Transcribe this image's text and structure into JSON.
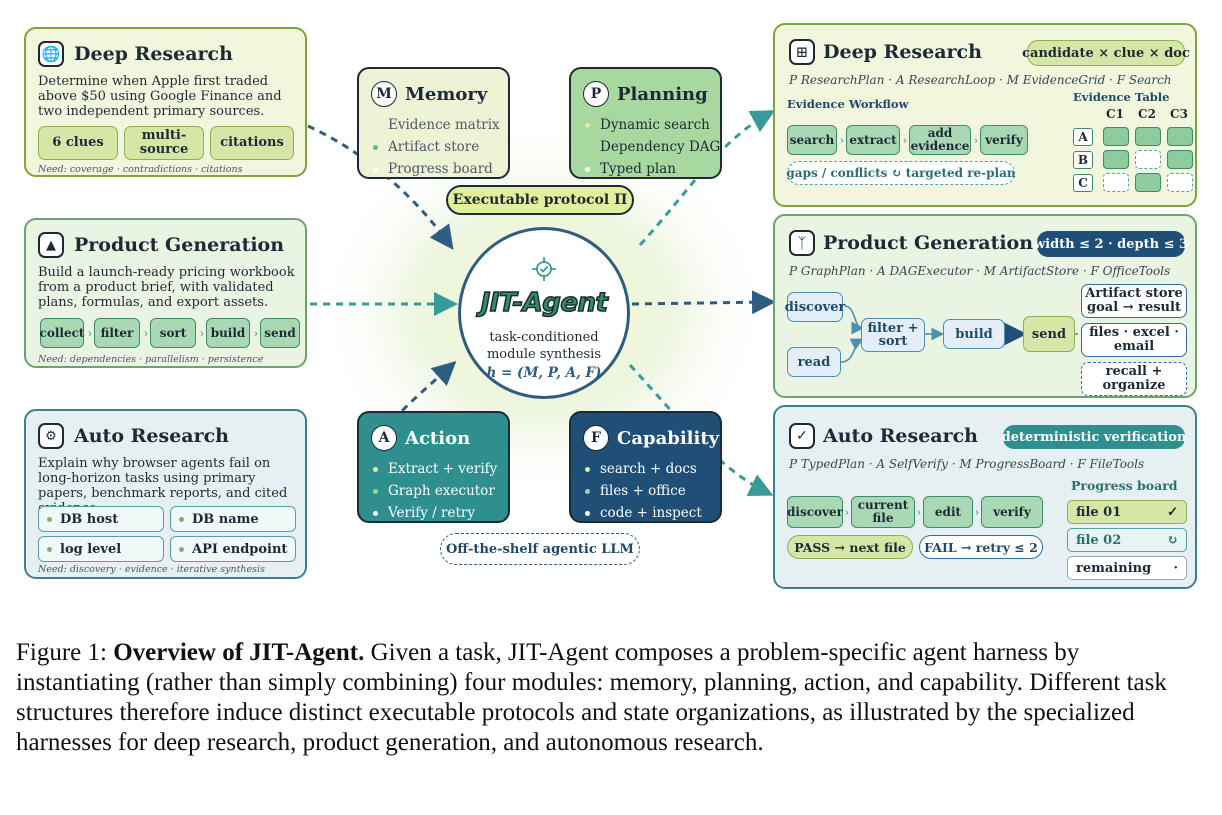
{
  "left": {
    "deep_research": {
      "title": "Deep Research",
      "desc": "Determine when Apple first traded above $50 using Google Finance and two independent primary sources.",
      "pills": [
        "6 clues",
        "multi-\nsource",
        "citations"
      ],
      "need": "Need: coverage · contradictions · citations"
    },
    "product_generation": {
      "title": "Product Generation",
      "desc": "Build a launch-ready pricing workbook from a product brief, with validated plans, formulas, and export assets.",
      "steps": [
        "collect",
        "filter",
        "sort",
        "build",
        "send"
      ],
      "need": "Need: dependencies · parallelism · persistence"
    },
    "auto_research": {
      "title": "Auto Research",
      "desc": "Explain why browser agents fail on long-horizon tasks using primary papers, benchmark reports, and cited evidence.",
      "fields": [
        "DB host",
        "DB name",
        "log level",
        "API endpoint"
      ],
      "need": "Need: discovery · evidence · iterative synthesis"
    }
  },
  "modules": {
    "memory": {
      "letter": "M",
      "title": "Memory",
      "items": [
        "Evidence matrix",
        "Artifact store",
        "Progress board"
      ]
    },
    "planning": {
      "letter": "P",
      "title": "Planning",
      "items": [
        "Dynamic search",
        "Dependency DAG",
        "Typed plan"
      ]
    },
    "action": {
      "letter": "A",
      "title": "Action",
      "items": [
        "Extract + verify",
        "Graph executor",
        "Verify / retry"
      ]
    },
    "capability": {
      "letter": "F",
      "title": "Capability",
      "items": [
        "search + docs",
        "files + office",
        "code + inspect"
      ]
    }
  },
  "center": {
    "protocol_label": "Executable protocol Π",
    "logo": "JIT-Agent",
    "line1": "task-conditioned",
    "line2": "module synthesis",
    "formula": "h = (M, P, A, F)",
    "llm_label": "Off-the-shelf agentic LLM"
  },
  "right": {
    "deep_research": {
      "title": "Deep Research",
      "badge": "candidate × clue × doc",
      "sub": "P ResearchPlan · A ResearchLoop · M EvidenceGrid · F Search",
      "workflow_label": "Evidence Workflow",
      "steps": [
        "search",
        "extract",
        "add\nevidence",
        "verify"
      ],
      "replan": "gaps / conflicts ↻ targeted re-plan",
      "table_label": "Evidence Table",
      "cols": [
        "C1",
        "C2",
        "C3"
      ],
      "rows": [
        "A",
        "B",
        "C"
      ]
    },
    "product_generation": {
      "title": "Product Generation",
      "badge": "width ≤ 2 · depth ≤ 3",
      "sub": "P GraphPlan · A DAGExecutor · M ArtifactStore · F OfficeTools",
      "nodes": {
        "discover": "discover",
        "read": "read",
        "filter_sort": "filter +\nsort",
        "build": "build",
        "send": "send"
      },
      "stores": [
        "Artifact store\ngoal → result",
        "files · excel ·\nemail",
        "recall +\norganize"
      ]
    },
    "auto_research": {
      "title": "Auto Research",
      "badge": "deterministic verification",
      "sub": "P TypedPlan · A SelfVerify · M ProgressBoard · F FileTools",
      "steps": [
        "discover",
        "current\nfile",
        "edit",
        "verify"
      ],
      "pass": "PASS → next file",
      "fail": "FAIL → retry ≤ 2",
      "board_label": "Progress board",
      "board": [
        {
          "label": "file 01",
          "mark": "✓"
        },
        {
          "label": "file 02",
          "mark": "↻"
        },
        {
          "label": "remaining",
          "mark": "·"
        }
      ]
    }
  },
  "caption": {
    "prefix": "Figure 1: ",
    "bold": "Overview of JIT-Agent.",
    "text": " Given a task, JIT-Agent composes a problem-specific agent harness by instantiating (rather than simply combining) four modules: memory, planning, action, and capability. Different task structures therefore induce distinct executable protocols and state organizations, as illustrated by the specialized harnesses for deep research, product generation, and autonomous research."
  },
  "colors": {
    "green_border": "#7ea43c",
    "blue_border": "#3f7f92",
    "teal_module": "#2f8f8f",
    "navy_module": "#1f4f76",
    "arrow_dark": "#2d5d80",
    "arrow_teal": "#3a9a9a"
  }
}
